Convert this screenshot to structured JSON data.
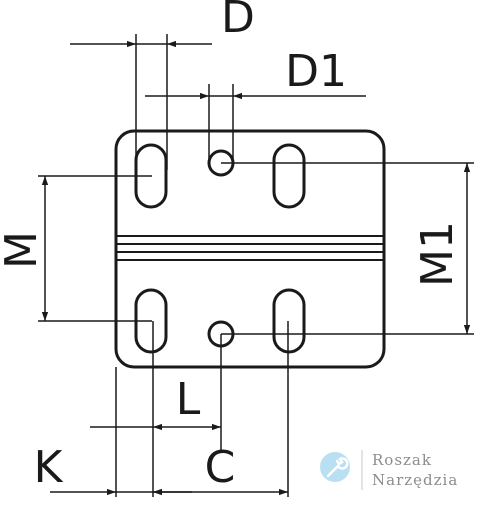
{
  "drawing": {
    "labels": {
      "D": "D",
      "D1": "D1",
      "M": "M",
      "M1": "M1",
      "L": "L",
      "K": "K",
      "C": "C"
    }
  },
  "watermark": {
    "line1": "Roszak",
    "line2": "Narzędzia",
    "icon": "wrench-icon",
    "accent": "#7fc4e8"
  }
}
